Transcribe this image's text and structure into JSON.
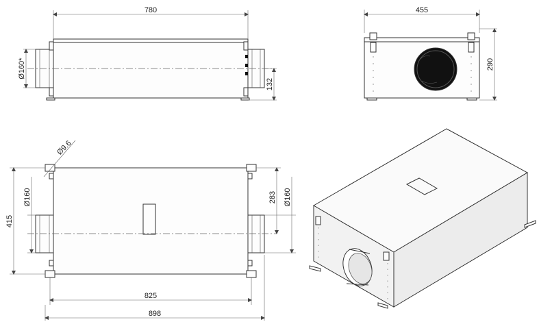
{
  "front_view": {
    "width_label": "780",
    "diameter_label": "Ø160*",
    "offset_label": "132"
  },
  "side_view": {
    "width_label": "455",
    "height_label": "290"
  },
  "top_view": {
    "hole_label": "Ø9.6",
    "left_diameter_label": "Ø160",
    "right_diameter_label": "Ø160",
    "height_label": "415",
    "offset_label": "283",
    "inner_width_label": "825",
    "outer_width_label": "898"
  }
}
